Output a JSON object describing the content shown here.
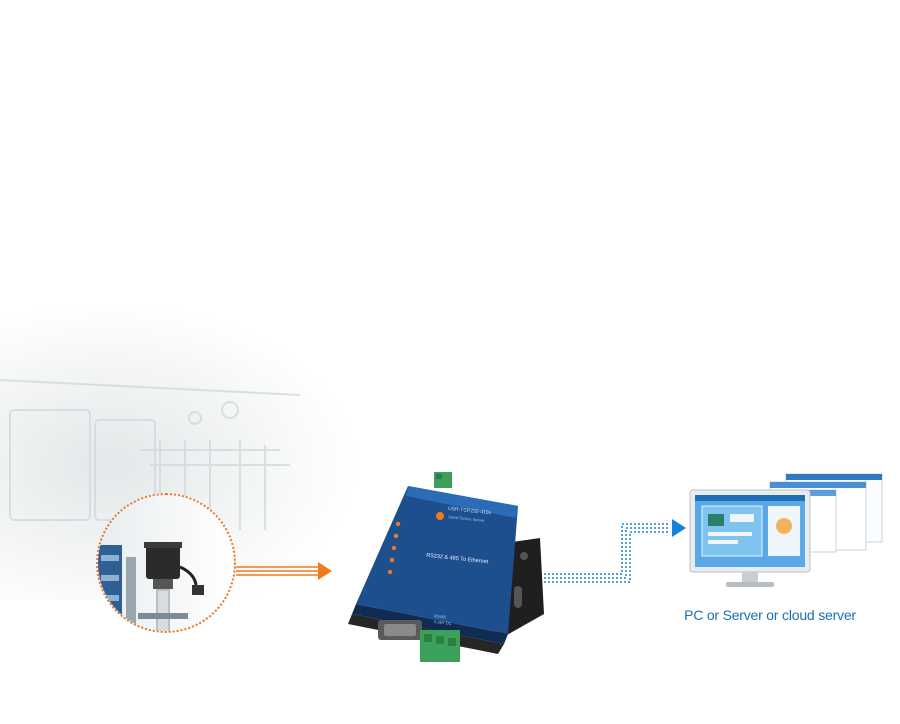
{
  "device": {
    "model": "USR-TCP232-410s",
    "subtitle": "Serial Device Server",
    "title": "RS232 & 485 To Ethernet",
    "port_label_rs485": "RS485",
    "port_label_power": "5-36V DC"
  },
  "caption": "PC or Server or cloud server",
  "colors": {
    "arrow_orange": "#f07a1c",
    "arrow_blue": "#1a80d6",
    "caption_blue": "#1a6fb3",
    "device_blue": "#1d4f8f"
  }
}
